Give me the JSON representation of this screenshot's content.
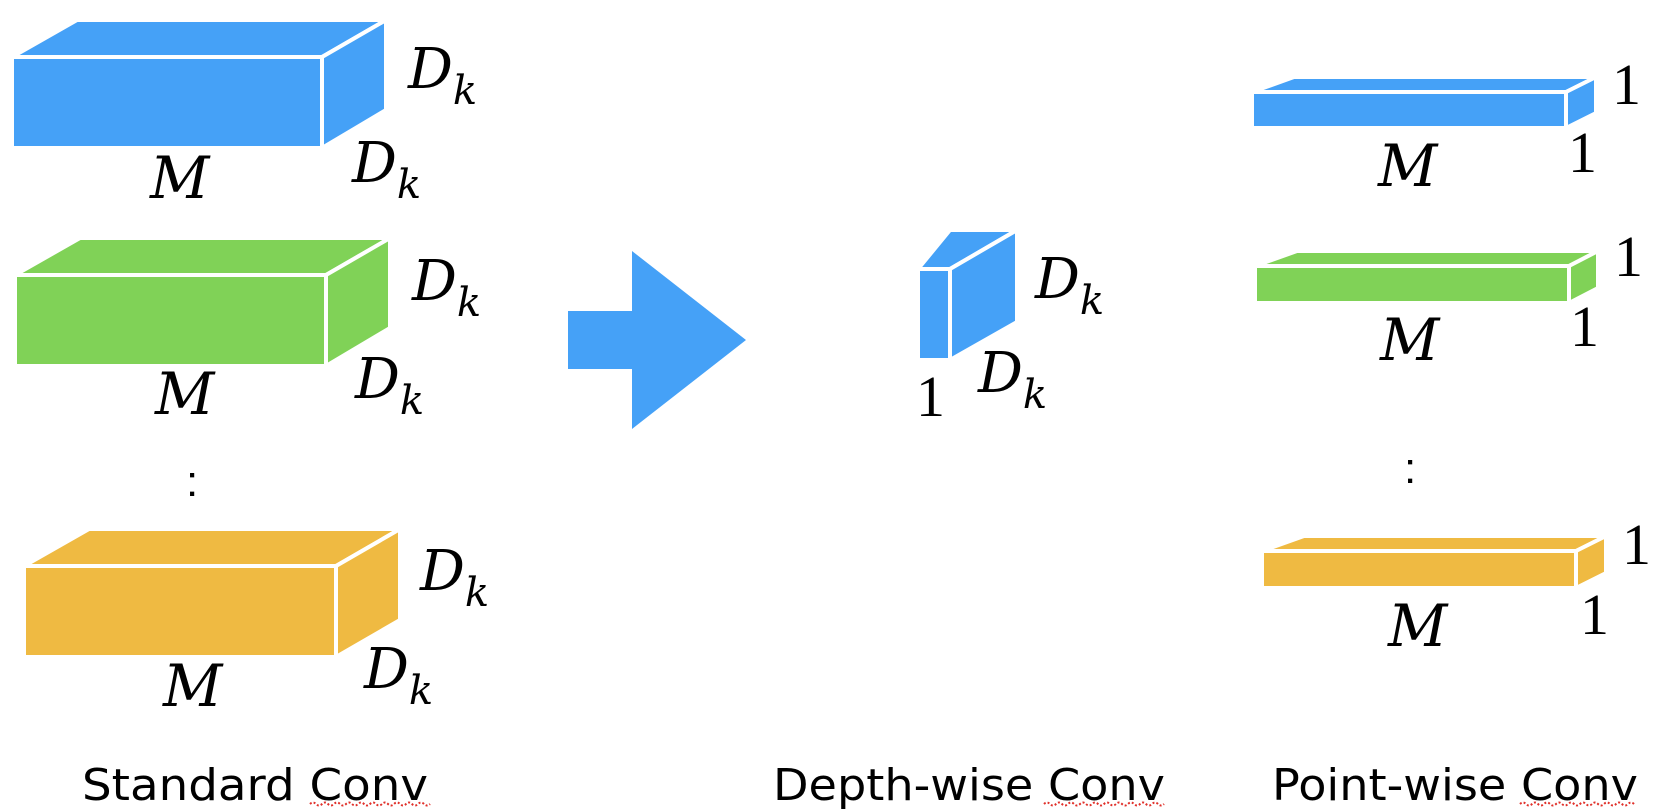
{
  "colors": {
    "blue": "#45A1F7",
    "green": "#80D257",
    "yellow": "#EFBA42",
    "arrow": "#45A1F7"
  },
  "labels": {
    "depth_symbol": "D",
    "depth_subscript": "k",
    "channels": "M",
    "one": "1",
    "ellipsis": ":"
  },
  "captions": {
    "standard": "Standard Conv",
    "depthwise": "Depth-wise Conv",
    "pointwise": "Point-wise Conv"
  }
}
